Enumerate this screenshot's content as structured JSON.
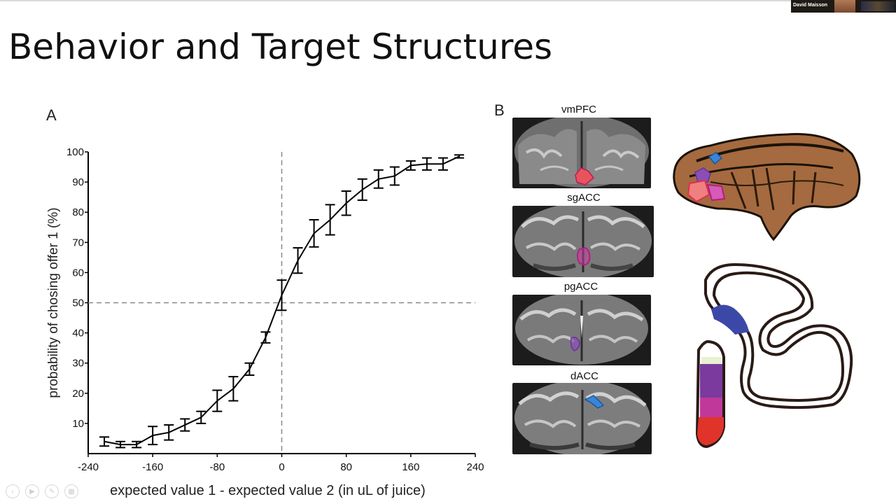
{
  "slide": {
    "title": "Behavior and Target Structures"
  },
  "video": {
    "participant_name": "David Maisson"
  },
  "panel_a": {
    "letter": "A",
    "chart_data": {
      "type": "line",
      "xlabel": "expected value 1 - expected value 2 (in uL of juice)",
      "ylabel": "probability of chosing offer 1 (%)",
      "xlim": [
        -240,
        240
      ],
      "ylim": [
        0,
        100
      ],
      "xticks": [
        -240,
        -160,
        -80,
        0,
        80,
        160,
        240
      ],
      "yticks": [
        10,
        20,
        30,
        40,
        50,
        60,
        70,
        80,
        90,
        100
      ],
      "reference_lines": {
        "x": 0,
        "y": 50
      },
      "grid": false,
      "series": [
        {
          "x": [
            -220,
            -200,
            -180,
            -160,
            -140,
            -120,
            -100,
            -80,
            -60,
            -40,
            -20,
            0,
            20,
            40,
            60,
            80,
            100,
            120,
            140,
            160,
            180,
            200,
            220
          ],
          "y": [
            4,
            3,
            3,
            6,
            7,
            9.5,
            12,
            17.5,
            21.5,
            28,
            38.5,
            52.5,
            64,
            73,
            77.5,
            83,
            87.5,
            91,
            92,
            95.5,
            96,
            96,
            98.5
          ],
          "err": [
            1.5,
            1,
            1,
            3,
            2.5,
            2,
            2,
            3.5,
            4,
            2,
            1.8,
            5,
            4.2,
            4.5,
            5,
            4,
            3.5,
            3,
            3,
            1.5,
            2,
            2,
            0.5
          ]
        }
      ]
    }
  },
  "panel_b": {
    "letter": "B",
    "labels": [
      "vmPFC",
      "sgACC",
      "pgACC",
      "dACC"
    ],
    "colors": {
      "vmPFC": "#e8545e",
      "sgACC": "#cc3aa3",
      "pgACC": "#8a4fb5",
      "dACC": "#3a86d4"
    }
  },
  "toolbar": {
    "icons": [
      "back-icon",
      "play-icon",
      "pen-icon",
      "grid-icon"
    ]
  }
}
